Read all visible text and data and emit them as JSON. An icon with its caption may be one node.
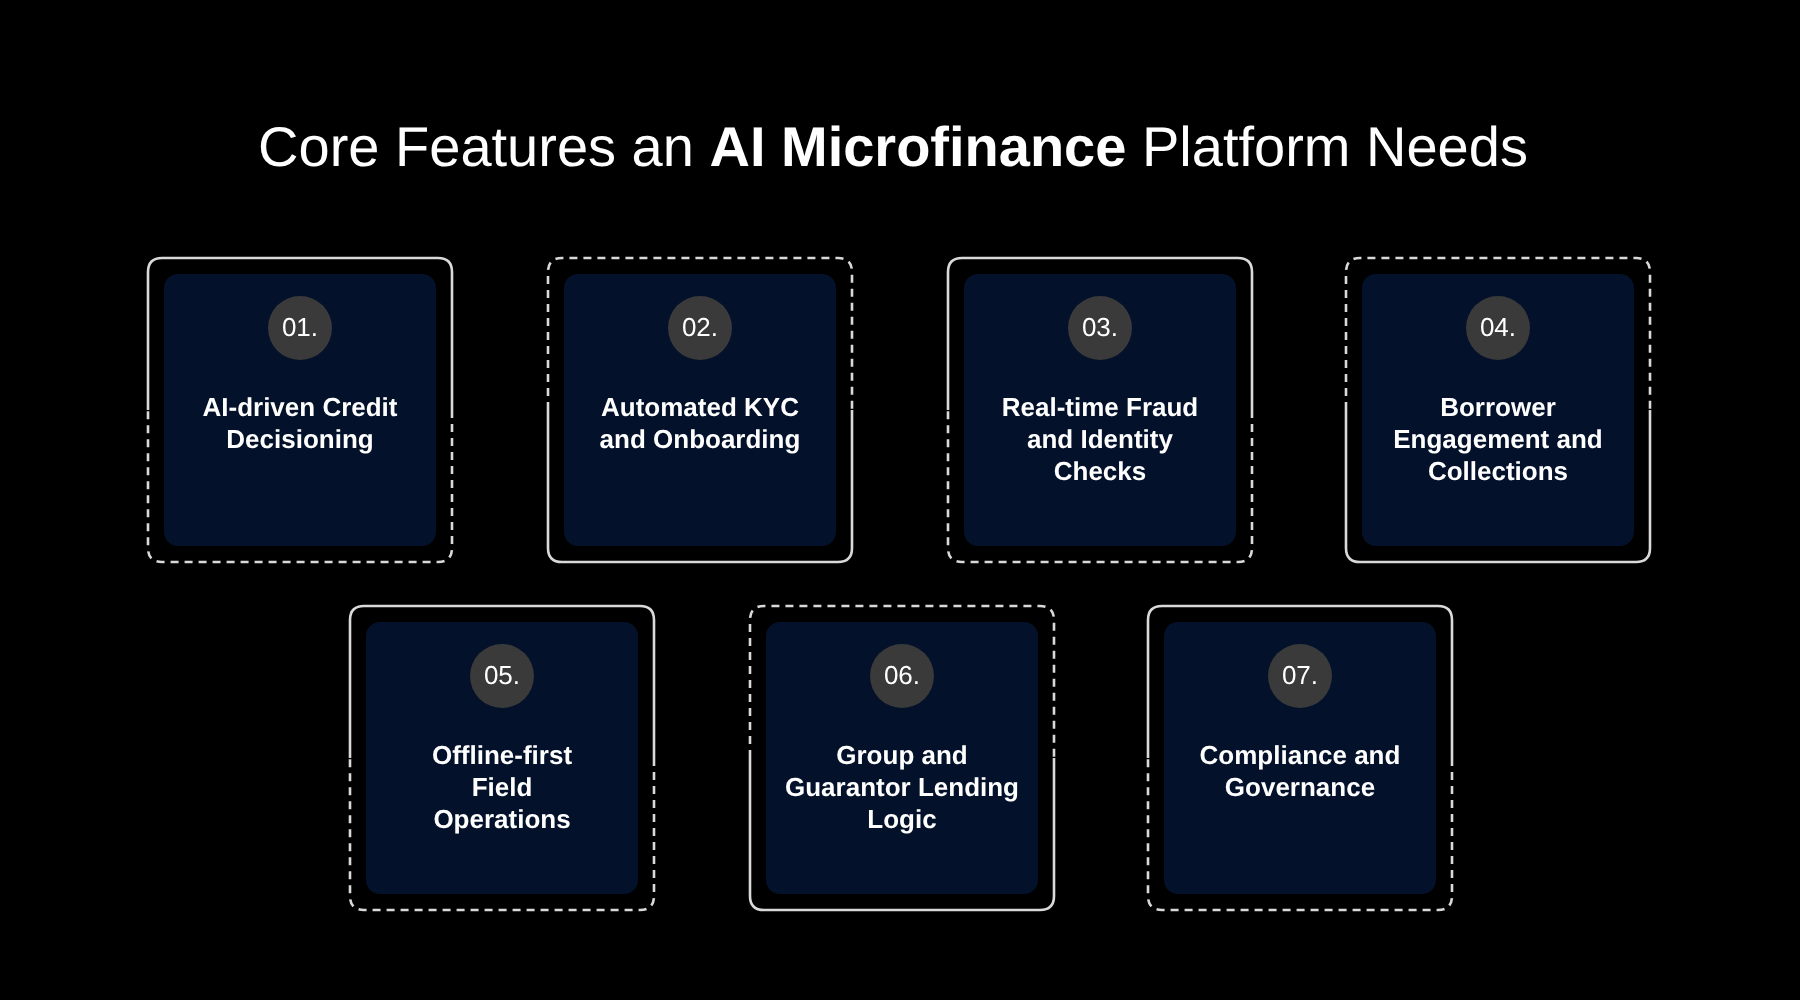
{
  "diagram": {
    "title": "Core Features an **AI Microfinance** Platform Needs",
    "nodes": [
      {
        "text": [
          "AI-driven Credit Decisioning"
        ]
      },
      {
        "text": [
          "01."
        ],
        "in": 0
      },
      {
        "text": [
          "Automated KYC and Onboarding"
        ]
      },
      {
        "text": [
          "02."
        ],
        "in": 2
      },
      {
        "text": [
          "Real-time Fraud and Identity Checks"
        ]
      },
      {
        "text": [
          "03."
        ],
        "in": 4
      },
      {
        "text": [
          "Borrower Engagement and Collections"
        ]
      },
      {
        "text": [
          "04."
        ],
        "in": 6
      },
      {
        "text": [
          "Offline-first Field Operations"
        ]
      },
      {
        "text": [
          "05."
        ],
        "in": 8
      },
      {
        "text": [
          "Group and Guarantor Lending Logic"
        ]
      },
      {
        "text": [
          "06."
        ],
        "in": 10
      },
      {
        "text": [
          "Compliance and Governance"
        ]
      },
      {
        "text": [
          "07."
        ],
        "in": 12
      }
    ]
  }
}
